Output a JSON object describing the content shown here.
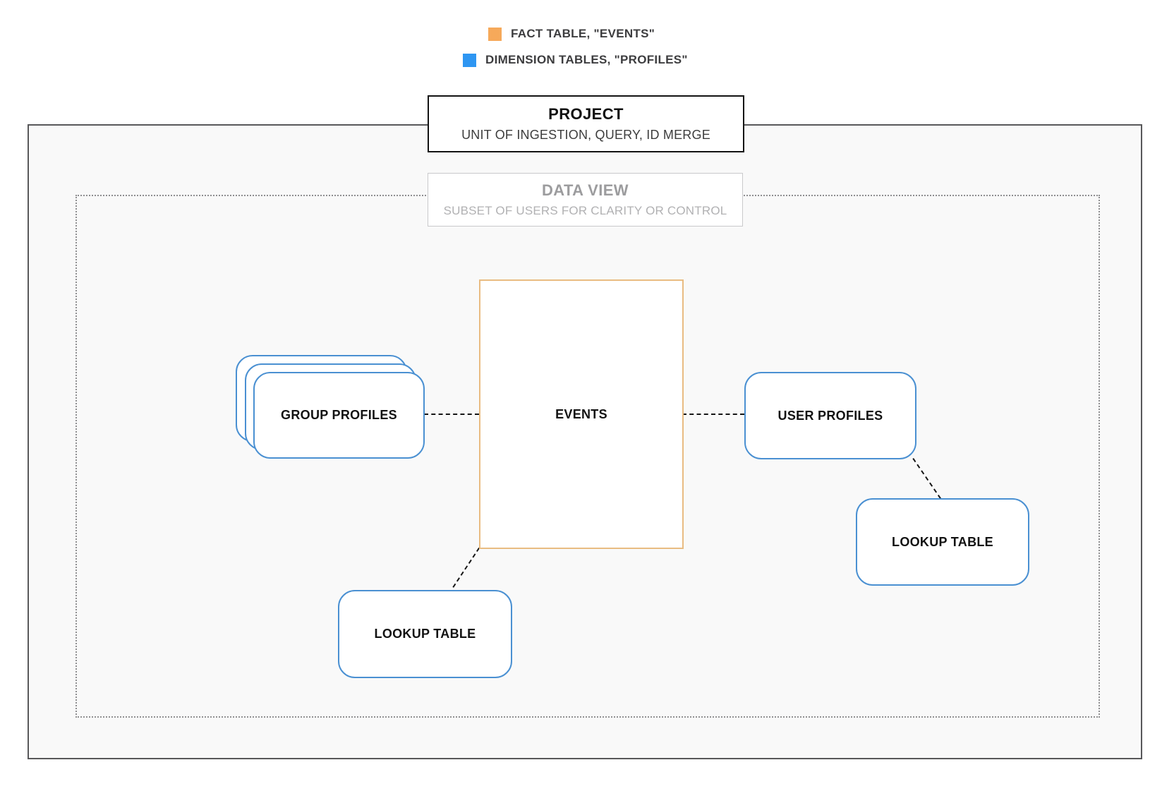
{
  "legend": {
    "items": [
      {
        "id": "fact",
        "label": "FACT TABLE, \"EVENTS\"",
        "swatch_color": "#F6A95A"
      },
      {
        "id": "dimension",
        "label": "DIMENSION TABLES, \"PROFILES\"",
        "swatch_color": "#2E96F2"
      }
    ]
  },
  "project_box": {
    "title": "PROJECT",
    "subtitle": "UNIT OF INGESTION, QUERY, ID MERGE"
  },
  "data_view_box": {
    "title": "DATA VIEW",
    "subtitle": "SUBSET OF USERS FOR CLARITY OR CONTROL"
  },
  "nodes": {
    "events": {
      "label": "EVENTS",
      "type": "fact"
    },
    "group_profiles": {
      "label": "GROUP PROFILES",
      "type": "dimension",
      "stacked": true
    },
    "user_profiles": {
      "label": "USER PROFILES",
      "type": "dimension"
    },
    "lookup_right": {
      "label": "LOOKUP TABLE",
      "type": "dimension"
    },
    "lookup_bottom": {
      "label": "LOOKUP TABLE",
      "type": "dimension"
    }
  },
  "connections": [
    {
      "from": "group_profiles",
      "to": "events",
      "style": "dashed"
    },
    {
      "from": "events",
      "to": "user_profiles",
      "style": "dashed"
    },
    {
      "from": "user_profiles",
      "to": "lookup_right",
      "style": "dashed"
    },
    {
      "from": "events",
      "to": "lookup_bottom",
      "style": "dashed"
    }
  ],
  "colors": {
    "fact_swatch": "#F6A95A",
    "fact_border": "#E9BC82",
    "dimension_swatch": "#2E96F2",
    "dimension_border": "#4A90D2",
    "outer_border": "#58585a",
    "dotted_border": "#8f8f91",
    "connector": "#161616",
    "container_fill": "#f9f9f9"
  }
}
